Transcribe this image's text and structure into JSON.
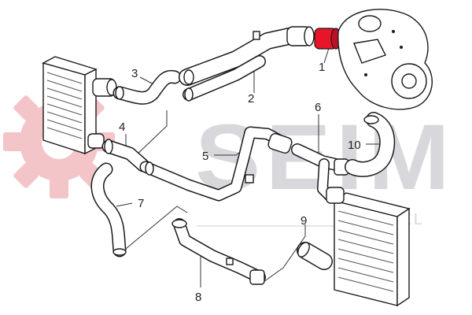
{
  "watermark": {
    "brand_text": "SEIM",
    "sub_text": "AKWEL",
    "gear_color": "#f3c4c8",
    "text_color": "#d8d8dc"
  },
  "colors": {
    "highlight_part": "#e8142a",
    "line": "#1a1a1a",
    "part_fill": "#ffffff"
  },
  "callouts": [
    {
      "id": "1",
      "label": "1"
    },
    {
      "id": "2",
      "label": "2"
    },
    {
      "id": "3",
      "label": "3"
    },
    {
      "id": "4",
      "label": "4"
    },
    {
      "id": "5",
      "label": "5"
    },
    {
      "id": "6",
      "label": "6"
    },
    {
      "id": "7",
      "label": "7"
    },
    {
      "id": "8",
      "label": "8"
    },
    {
      "id": "9",
      "label": "9"
    },
    {
      "id": "10",
      "label": "10"
    }
  ],
  "highlighted_part": "1"
}
